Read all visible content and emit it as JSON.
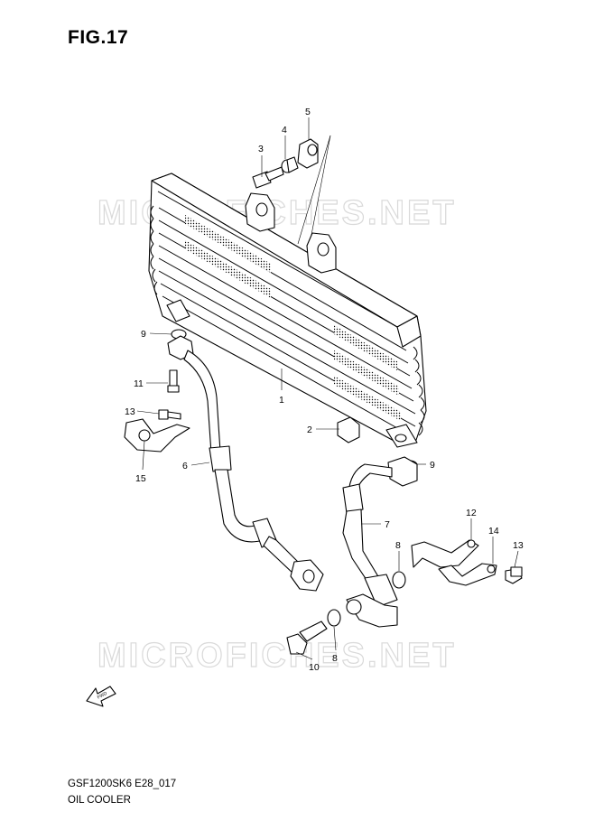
{
  "figure": {
    "title": "FIG.17"
  },
  "watermark": {
    "text": "MICROFICHES.NET"
  },
  "footer": {
    "model_code": "GSF1200SK6 E28_017",
    "assembly_name": "OIL COOLER"
  },
  "direction_arrow": {
    "label": "FWD"
  },
  "callouts": [
    {
      "id": "c1",
      "number": "1"
    },
    {
      "id": "c2",
      "number": "2"
    },
    {
      "id": "c3",
      "number": "3"
    },
    {
      "id": "c4",
      "number": "4"
    },
    {
      "id": "c5",
      "number": "5"
    },
    {
      "id": "c6",
      "number": "6"
    },
    {
      "id": "c7",
      "number": "7"
    },
    {
      "id": "c8a",
      "number": "8"
    },
    {
      "id": "c8b",
      "number": "8"
    },
    {
      "id": "c9a",
      "number": "9"
    },
    {
      "id": "c9b",
      "number": "9"
    },
    {
      "id": "c10",
      "number": "10"
    },
    {
      "id": "c11",
      "number": "11"
    },
    {
      "id": "c12",
      "number": "12"
    },
    {
      "id": "c13a",
      "number": "13"
    },
    {
      "id": "c13b",
      "number": "13"
    },
    {
      "id": "c14",
      "number": "14"
    },
    {
      "id": "c15",
      "number": "15"
    }
  ]
}
